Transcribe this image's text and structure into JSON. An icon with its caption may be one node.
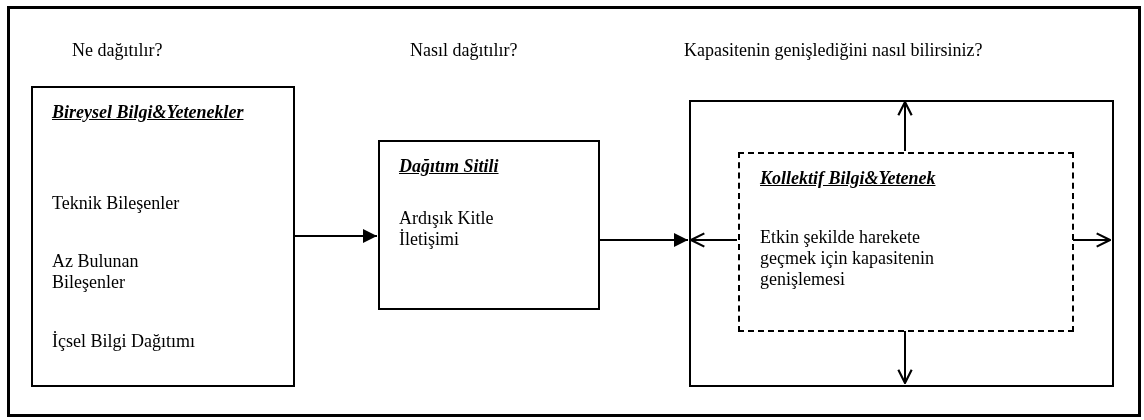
{
  "diagram": {
    "nodes": [
      {
        "text": [],
        "shape": "box"
      },
      {
        "text": [
          "Bireysel Bilgi&Yetenekler",
          "Teknik Bileşenler",
          "Az Bulunan Bileşenler",
          "İçsel Bilgi Dağıtımı"
        ],
        "in": 0
      },
      {
        "text": [
          "Dağıtım Sitili",
          "Ardışık Kitle İletişimi"
        ],
        "in": 0
      },
      {
        "text": [],
        "shape": "box",
        "in": 0
      },
      {
        "text": [
          "Kollektif Bilgi&Yetenek",
          "Etkin şekilde harekete geçmek için kapasitenin genişlemesi"
        ],
        "in": 3
      }
    ],
    "edges": [
      {
        "from": 1,
        "to": 2,
        "arrow": "to"
      },
      {
        "from": 2,
        "to": 3,
        "arrow": "to"
      },
      {
        "from": 4,
        "to": 3,
        "arrow": "to"
      },
      {
        "from": 4,
        "to": 3,
        "arrow": "to"
      },
      {
        "from": 4,
        "to": 3,
        "arrow": "to"
      },
      {
        "from": 4,
        "to": 3,
        "arrow": "to"
      }
    ],
    "labels": [
      "Ne dağıtılır?",
      "Nasıl dağıtılır?",
      "Kapasitenin genişlediğini nasıl bilirsiniz?"
    ]
  }
}
